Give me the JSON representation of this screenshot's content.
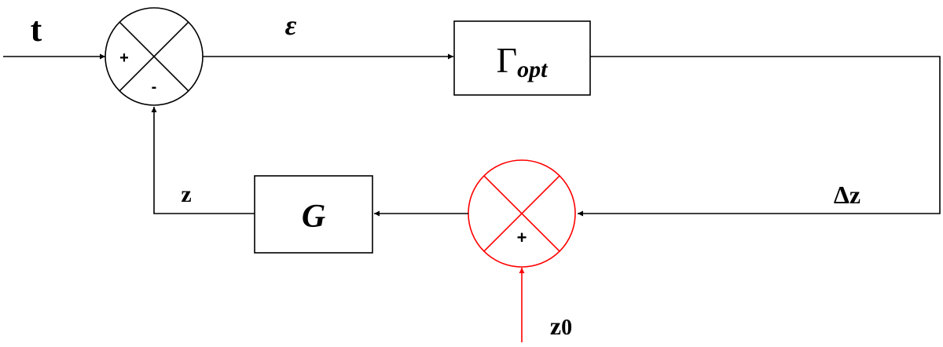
{
  "colors": {
    "line": "#000000",
    "feed": "#ff0000",
    "background": "#ffffff"
  },
  "labels": {
    "input_t": "t",
    "error_epsilon": "ε",
    "output_z": "z",
    "delta_z": "Δz",
    "z0_main": "z",
    "z0_sub": "0"
  },
  "blocks": {
    "gamma": {
      "symbol": "Γ",
      "subscript": "opt"
    },
    "g": {
      "symbol": "G"
    }
  },
  "summing_junctions": {
    "top": {
      "plus_sign": "+",
      "minus_sign": "-"
    },
    "bottom": {
      "plus_sign": "+"
    }
  }
}
